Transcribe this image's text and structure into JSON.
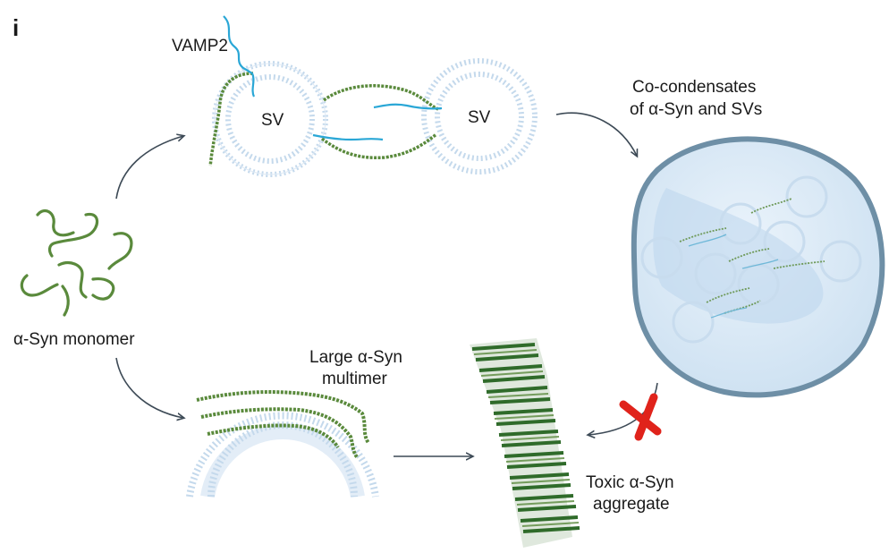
{
  "panel_label": "i",
  "labels": {
    "vamp2": "VAMP2",
    "sv_left": "SV",
    "sv_right": "SV",
    "cocond_line1": "Co-condensates",
    "cocond_line2": "of α-Syn and SVs",
    "monomer": "α-Syn monomer",
    "multimer_line1": "Large α-Syn",
    "multimer_line2": "multimer",
    "toxic_line1": "Toxic α-Syn",
    "toxic_line2": "aggregate"
  },
  "colors": {
    "protein_green": "#5a8a3c",
    "dark_green": "#2f6b2a",
    "vamp_blue": "#2aa7d6",
    "membrane_blue": "#b9d3ea",
    "droplet_fill": "#d7e8f6",
    "droplet_border": "#6e8fa6",
    "arrow_grey": "#3d4a56",
    "cross_red": "#e0231b"
  },
  "icons": [
    "blocked-x-icon"
  ]
}
